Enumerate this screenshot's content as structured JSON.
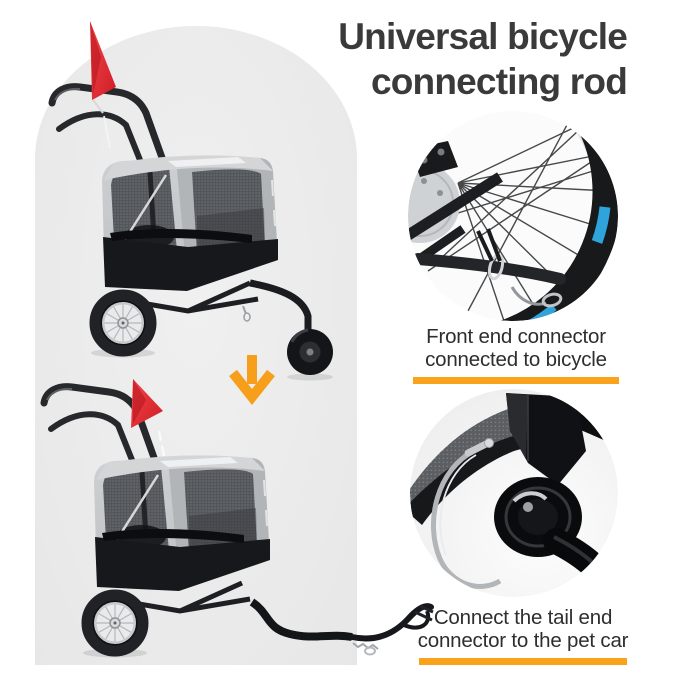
{
  "title": {
    "line1": "Universal bicycle",
    "line2": "connecting rod"
  },
  "left_panel": {
    "description": "pet bicycle trailer shown in stroller mode above and bike-trailer mode below",
    "illustrations": [
      "stroller-mode-trailer",
      "bike-trailer-mode-trailer"
    ],
    "arrow_icon": "down-arrow-icon",
    "flag_icon": "red-safety-flag"
  },
  "sections": [
    {
      "photo": "bicycle-rear-wheel-connector-photo",
      "caption_line1": "Front end connector",
      "caption_line2": "connected to bicycle"
    },
    {
      "photo": "hitch-pin-connector-photo",
      "caption_line1": "Connect the tail end",
      "caption_line2": "connector to the pet car"
    }
  ],
  "colors": {
    "accent_orange": "#F9A21B",
    "flag_red": "#E3262C",
    "arch_gray": "#ECECEC",
    "title_text": "#3A3A3A",
    "caption_text": "#2E2E2E",
    "tire_blue_accent": "#2EA3DC",
    "trailer_fabric_gray": "#C7CACC",
    "trailer_base_black": "#17181C"
  }
}
